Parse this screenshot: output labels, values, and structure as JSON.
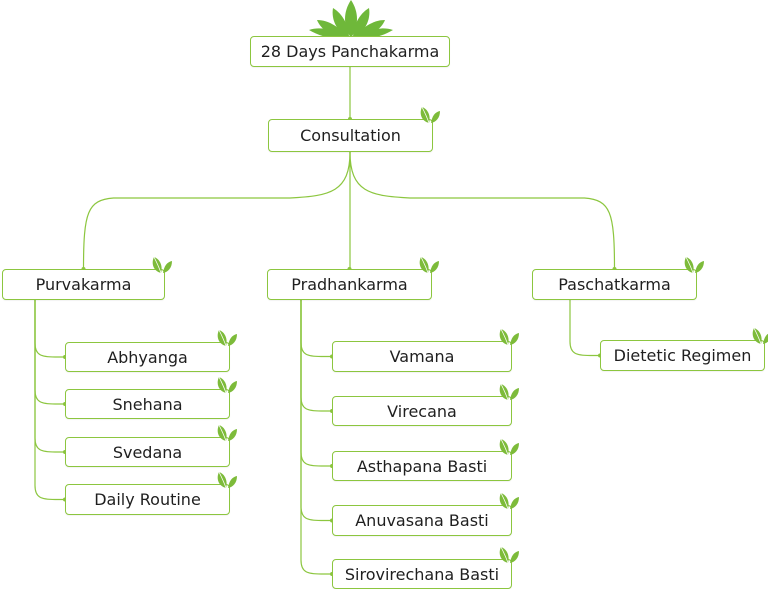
{
  "accent_color": "#8cc63f",
  "leaf_color": "#7dbb3a",
  "leaf_icon": "leaf-icon",
  "logo_icon": "lotus-leaves-icon",
  "root": {
    "label": "28 Days Panchakarma"
  },
  "consultation": {
    "label": "Consultation"
  },
  "phases": [
    {
      "label": "Purvakarma",
      "steps": [
        "Abhyanga",
        "Snehana",
        "Svedana",
        "Daily Routine"
      ]
    },
    {
      "label": "Pradhankarma",
      "steps": [
        "Vamana",
        "Virecana",
        "Asthapana Basti",
        "Anuvasana Basti",
        "Sirovirechana Basti"
      ]
    },
    {
      "label": "Paschatkarma",
      "steps": [
        "Dietetic Regimen"
      ]
    }
  ]
}
